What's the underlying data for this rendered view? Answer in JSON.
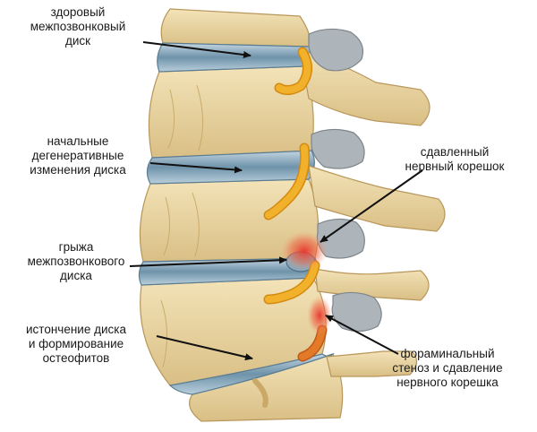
{
  "labels": {
    "healthy_disc": "здоровый\nмежпозвонковый\nдиск",
    "early_degeneration": "начальные\nдегенеративные\nизменения диска",
    "herniation": "грыжа\nмежпозвонкового\nдиска",
    "thinning_osteophytes": "истончение диска\nи формирование\nостеофитов",
    "compressed_root": "сдавленный\nнервный корешок",
    "foraminal_stenosis": "фораминальный\nстеноз и сдавление\nнервного корешка"
  },
  "colors": {
    "bone": "#ecd9a8",
    "bone_shade": "#d4b97c",
    "bone_edge": "#b8965a",
    "disc": "#6f93aa",
    "disc_light": "#b9cfdc",
    "nerve": "#f2b12a",
    "nerve_edge": "#d48a10",
    "facet": "#9aa2a8",
    "inflammation": "#e8342e",
    "arrow": "#111111"
  }
}
